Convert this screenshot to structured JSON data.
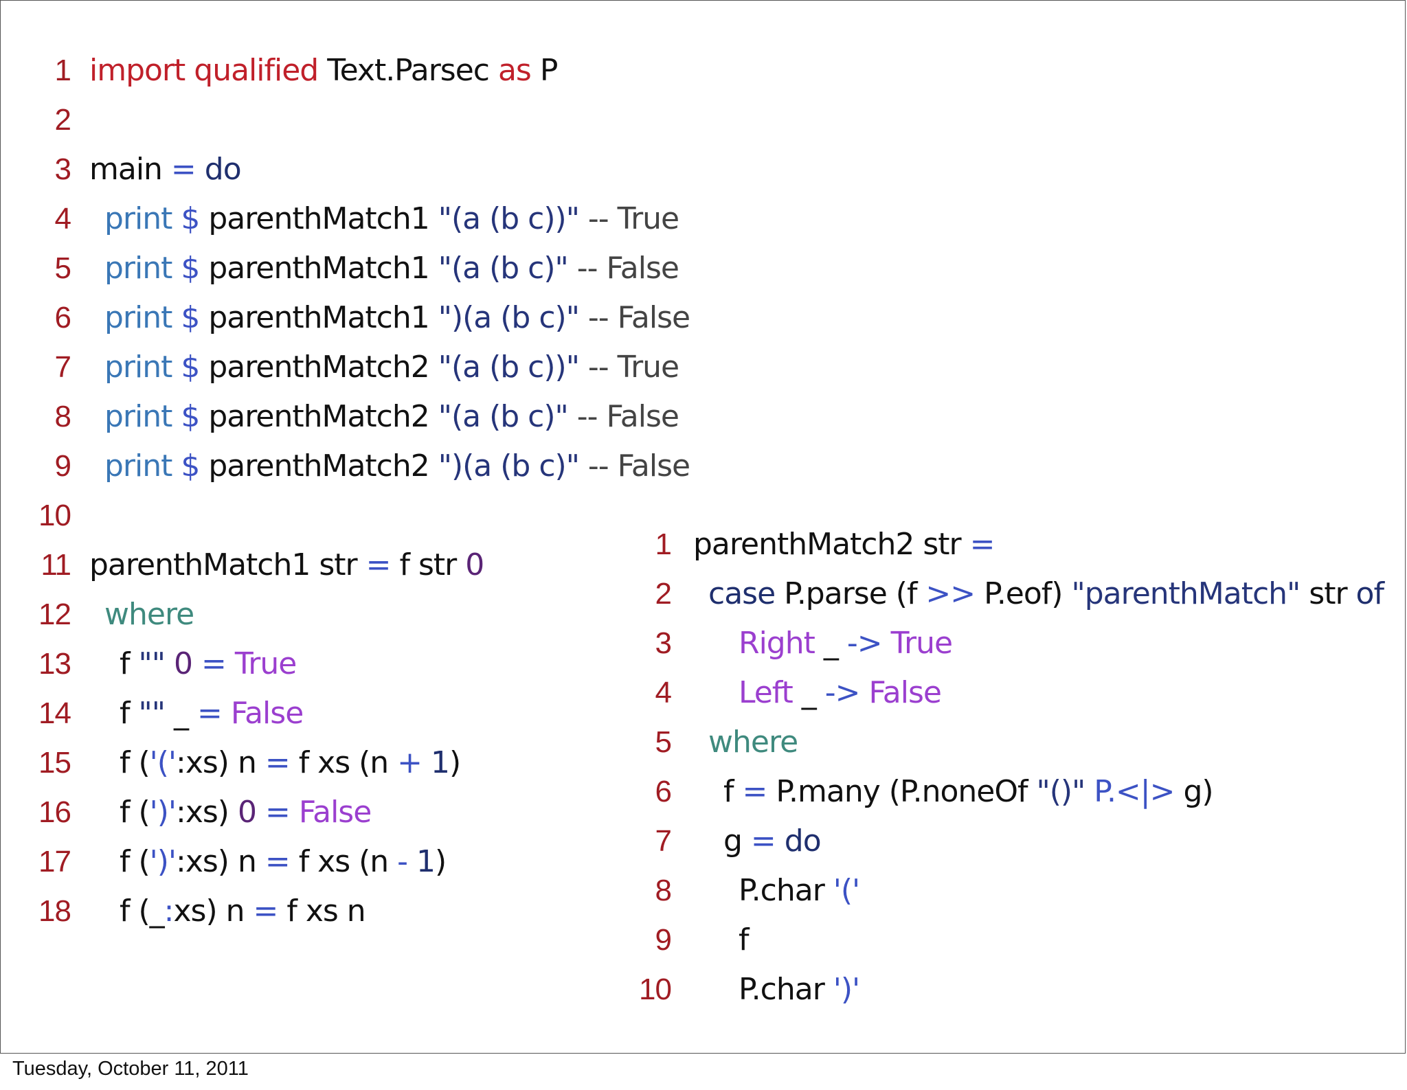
{
  "colors": {
    "keyword_red": "#c0202a",
    "line_number": "#a01c23",
    "operator_blue": "#3c52c4",
    "function_blue": "#3a77b6",
    "navy": "#1f2f6e",
    "string_navy": "#26357a",
    "comment_gray": "#444444",
    "teal": "#3f8a7e",
    "purple": "#9b3fcf",
    "dark_purple": "#5a2476",
    "text_black": "#111111"
  },
  "left_code": {
    "lines": [
      {
        "num": "1",
        "indent": 0,
        "tokens": [
          [
            "import qualified",
            "keyword_red"
          ],
          [
            " Text.Parsec ",
            "text_black"
          ],
          [
            "as",
            "keyword_red"
          ],
          [
            " P",
            "text_black"
          ]
        ]
      },
      {
        "num": "2",
        "indent": 0,
        "tokens": []
      },
      {
        "num": "3",
        "indent": 0,
        "tokens": [
          [
            "main ",
            "text_black"
          ],
          [
            "=",
            "operator_blue"
          ],
          [
            " ",
            "text_black"
          ],
          [
            "do",
            "navy"
          ]
        ]
      },
      {
        "num": "4",
        "indent": 1,
        "tokens": [
          [
            "print",
            "function_blue"
          ],
          [
            " ",
            "text_black"
          ],
          [
            "$",
            "operator_blue"
          ],
          [
            " parenthMatch1 ",
            "text_black"
          ],
          [
            "\"(a (b c))\"",
            "string_navy"
          ],
          [
            " -- True",
            "comment_gray"
          ]
        ]
      },
      {
        "num": "5",
        "indent": 1,
        "tokens": [
          [
            "print",
            "function_blue"
          ],
          [
            " ",
            "text_black"
          ],
          [
            "$",
            "operator_blue"
          ],
          [
            " parenthMatch1 ",
            "text_black"
          ],
          [
            "\"(a (b c)\"",
            "string_navy"
          ],
          [
            " -- False",
            "comment_gray"
          ]
        ]
      },
      {
        "num": "6",
        "indent": 1,
        "tokens": [
          [
            "print",
            "function_blue"
          ],
          [
            " ",
            "text_black"
          ],
          [
            "$",
            "operator_blue"
          ],
          [
            " parenthMatch1 ",
            "text_black"
          ],
          [
            "\")(a (b c)\"",
            "string_navy"
          ],
          [
            " -- False",
            "comment_gray"
          ]
        ]
      },
      {
        "num": "7",
        "indent": 1,
        "tokens": [
          [
            "print",
            "function_blue"
          ],
          [
            " ",
            "text_black"
          ],
          [
            "$",
            "operator_blue"
          ],
          [
            " parenthMatch2 ",
            "text_black"
          ],
          [
            "\"(a (b c))\"",
            "string_navy"
          ],
          [
            " -- True",
            "comment_gray"
          ]
        ]
      },
      {
        "num": "8",
        "indent": 1,
        "tokens": [
          [
            "print",
            "function_blue"
          ],
          [
            " ",
            "text_black"
          ],
          [
            "$",
            "operator_blue"
          ],
          [
            " parenthMatch2 ",
            "text_black"
          ],
          [
            "\"(a (b c)\"",
            "string_navy"
          ],
          [
            " -- False",
            "comment_gray"
          ]
        ]
      },
      {
        "num": "9",
        "indent": 1,
        "tokens": [
          [
            "print",
            "function_blue"
          ],
          [
            " ",
            "text_black"
          ],
          [
            "$",
            "operator_blue"
          ],
          [
            " parenthMatch2 ",
            "text_black"
          ],
          [
            "\")(a (b c)\"",
            "string_navy"
          ],
          [
            " -- False",
            "comment_gray"
          ]
        ]
      },
      {
        "num": "10",
        "indent": 0,
        "tokens": []
      },
      {
        "num": "11",
        "indent": 0,
        "tokens": [
          [
            "parenthMatch1 str ",
            "text_black"
          ],
          [
            "=",
            "operator_blue"
          ],
          [
            " f str ",
            "text_black"
          ],
          [
            "0",
            "dark_purple"
          ]
        ]
      },
      {
        "num": "12",
        "indent": 1,
        "tokens": [
          [
            "where",
            "teal"
          ]
        ]
      },
      {
        "num": "13",
        "indent": 2,
        "tokens": [
          [
            "f ",
            "text_black"
          ],
          [
            "\"\"",
            "string_navy"
          ],
          [
            " ",
            "text_black"
          ],
          [
            "0",
            "dark_purple"
          ],
          [
            " ",
            "text_black"
          ],
          [
            "=",
            "operator_blue"
          ],
          [
            " ",
            "text_black"
          ],
          [
            "True",
            "purple"
          ]
        ]
      },
      {
        "num": "14",
        "indent": 2,
        "tokens": [
          [
            "f ",
            "text_black"
          ],
          [
            "\"\"",
            "string_navy"
          ],
          [
            " _ ",
            "text_black"
          ],
          [
            "=",
            "operator_blue"
          ],
          [
            " ",
            "text_black"
          ],
          [
            "False",
            "purple"
          ]
        ]
      },
      {
        "num": "15",
        "indent": 2,
        "tokens": [
          [
            "f (",
            "text_black"
          ],
          [
            "'('",
            "operator_blue"
          ],
          [
            ":xs) n ",
            "text_black"
          ],
          [
            "=",
            "operator_blue"
          ],
          [
            " f xs (n ",
            "text_black"
          ],
          [
            "+",
            "operator_blue"
          ],
          [
            " ",
            "text_black"
          ],
          [
            "1",
            "navy"
          ],
          [
            ")",
            "text_black"
          ]
        ]
      },
      {
        "num": "16",
        "indent": 2,
        "tokens": [
          [
            "f (",
            "text_black"
          ],
          [
            "')'",
            "operator_blue"
          ],
          [
            ":xs) ",
            "text_black"
          ],
          [
            "0",
            "dark_purple"
          ],
          [
            " ",
            "text_black"
          ],
          [
            "=",
            "operator_blue"
          ],
          [
            " ",
            "text_black"
          ],
          [
            "False",
            "purple"
          ]
        ]
      },
      {
        "num": "17",
        "indent": 2,
        "tokens": [
          [
            "f (",
            "text_black"
          ],
          [
            "')'",
            "operator_blue"
          ],
          [
            ":xs) n ",
            "text_black"
          ],
          [
            "=",
            "operator_blue"
          ],
          [
            " f xs (n ",
            "text_black"
          ],
          [
            "-",
            "operator_blue"
          ],
          [
            " ",
            "text_black"
          ],
          [
            "1",
            "navy"
          ],
          [
            ")",
            "text_black"
          ]
        ]
      },
      {
        "num": "18",
        "indent": 2,
        "tokens": [
          [
            "f (_",
            "text_black"
          ],
          [
            ":",
            "operator_blue"
          ],
          [
            "xs) n ",
            "text_black"
          ],
          [
            "=",
            "operator_blue"
          ],
          [
            " f xs n",
            "text_black"
          ]
        ]
      }
    ]
  },
  "right_code": {
    "lines": [
      {
        "num": "1",
        "indent": 0,
        "tokens": [
          [
            "parenthMatch2 str ",
            "text_black"
          ],
          [
            "=",
            "operator_blue"
          ]
        ]
      },
      {
        "num": "2",
        "indent": 1,
        "tokens": [
          [
            "case",
            "navy"
          ],
          [
            " P.parse (f ",
            "text_black"
          ],
          [
            ">>",
            "operator_blue"
          ],
          [
            " P.eof) ",
            "text_black"
          ],
          [
            "\"parenthMatch\"",
            "string_navy"
          ],
          [
            " str ",
            "text_black"
          ],
          [
            "of",
            "navy"
          ]
        ]
      },
      {
        "num": "3",
        "indent": 3,
        "tokens": [
          [
            "Right",
            "purple"
          ],
          [
            " _ ",
            "text_black"
          ],
          [
            "->",
            "operator_blue"
          ],
          [
            " ",
            "text_black"
          ],
          [
            "True",
            "purple"
          ]
        ]
      },
      {
        "num": "4",
        "indent": 3,
        "tokens": [
          [
            "Left",
            "purple"
          ],
          [
            " _ ",
            "text_black"
          ],
          [
            "->",
            "operator_blue"
          ],
          [
            " ",
            "text_black"
          ],
          [
            "False",
            "purple"
          ]
        ]
      },
      {
        "num": "5",
        "indent": 1,
        "tokens": [
          [
            "where",
            "teal"
          ]
        ]
      },
      {
        "num": "6",
        "indent": 2,
        "tokens": [
          [
            "f ",
            "text_black"
          ],
          [
            "=",
            "operator_blue"
          ],
          [
            " P.many (P.noneOf ",
            "text_black"
          ],
          [
            "\"()\"",
            "string_navy"
          ],
          [
            " ",
            "text_black"
          ],
          [
            "P.<|>",
            "operator_blue"
          ],
          [
            " g)",
            "text_black"
          ]
        ]
      },
      {
        "num": "7",
        "indent": 2,
        "tokens": [
          [
            "g ",
            "text_black"
          ],
          [
            "=",
            "operator_blue"
          ],
          [
            " ",
            "text_black"
          ],
          [
            "do",
            "navy"
          ]
        ]
      },
      {
        "num": "8",
        "indent": 3,
        "tokens": [
          [
            "P.char ",
            "text_black"
          ],
          [
            "'('",
            "operator_blue"
          ]
        ]
      },
      {
        "num": "9",
        "indent": 3,
        "tokens": [
          [
            "f",
            "text_black"
          ]
        ]
      },
      {
        "num": "10",
        "indent": 3,
        "tokens": [
          [
            "P.char ",
            "text_black"
          ],
          [
            "')'",
            "operator_blue"
          ]
        ]
      }
    ]
  },
  "footer": {
    "date": "Tuesday, October 11, 2011"
  }
}
